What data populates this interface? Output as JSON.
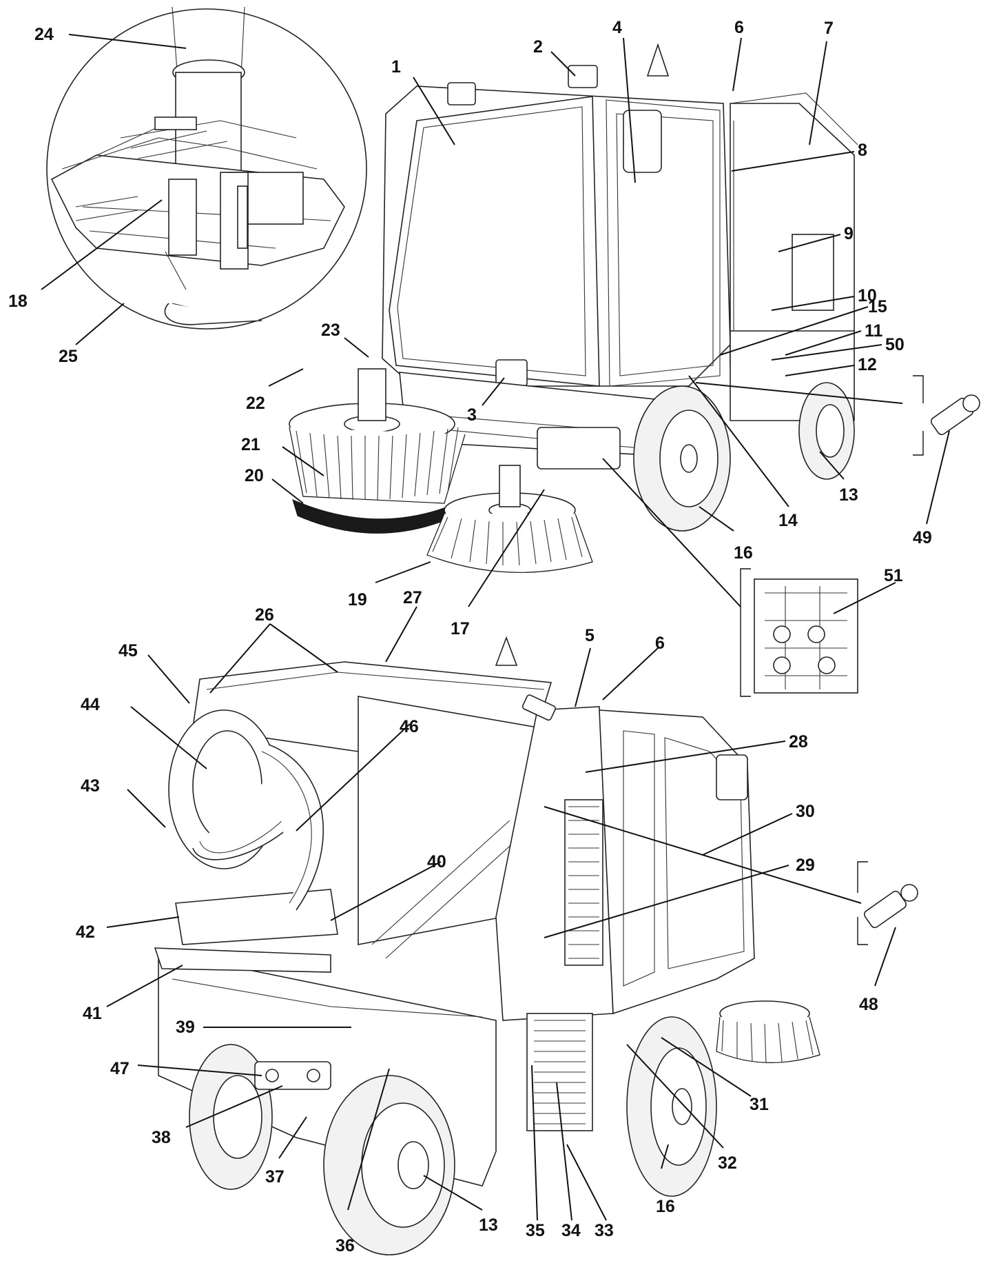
{
  "figure": {
    "part_labels": [
      {
        "id": "1",
        "text": "1"
      },
      {
        "id": "2",
        "text": "2"
      },
      {
        "id": "3",
        "text": "3"
      },
      {
        "id": "4",
        "text": "4"
      },
      {
        "id": "5",
        "text": "5"
      },
      {
        "id": "6a",
        "text": "6"
      },
      {
        "id": "6b",
        "text": "6"
      },
      {
        "id": "7",
        "text": "7"
      },
      {
        "id": "8",
        "text": "8"
      },
      {
        "id": "9",
        "text": "9"
      },
      {
        "id": "10",
        "text": "10"
      },
      {
        "id": "11",
        "text": "11"
      },
      {
        "id": "12",
        "text": "12"
      },
      {
        "id": "13a",
        "text": "13"
      },
      {
        "id": "13b",
        "text": "13"
      },
      {
        "id": "14",
        "text": "14"
      },
      {
        "id": "15",
        "text": "15"
      },
      {
        "id": "16a",
        "text": "16"
      },
      {
        "id": "16b",
        "text": "16"
      },
      {
        "id": "17",
        "text": "17"
      },
      {
        "id": "18",
        "text": "18"
      },
      {
        "id": "19",
        "text": "19"
      },
      {
        "id": "20",
        "text": "20"
      },
      {
        "id": "21",
        "text": "21"
      },
      {
        "id": "22",
        "text": "22"
      },
      {
        "id": "23",
        "text": "23"
      },
      {
        "id": "24",
        "text": "24"
      },
      {
        "id": "25",
        "text": "25"
      },
      {
        "id": "26",
        "text": "26"
      },
      {
        "id": "27",
        "text": "27"
      },
      {
        "id": "28",
        "text": "28"
      },
      {
        "id": "29",
        "text": "29"
      },
      {
        "id": "30",
        "text": "30"
      },
      {
        "id": "31",
        "text": "31"
      },
      {
        "id": "32",
        "text": "32"
      },
      {
        "id": "33",
        "text": "33"
      },
      {
        "id": "34",
        "text": "34"
      },
      {
        "id": "35",
        "text": "35"
      },
      {
        "id": "36",
        "text": "36"
      },
      {
        "id": "37",
        "text": "37"
      },
      {
        "id": "38",
        "text": "38"
      },
      {
        "id": "39",
        "text": "39"
      },
      {
        "id": "40",
        "text": "40"
      },
      {
        "id": "41",
        "text": "41"
      },
      {
        "id": "42",
        "text": "42"
      },
      {
        "id": "43",
        "text": "43"
      },
      {
        "id": "44",
        "text": "44"
      },
      {
        "id": "45",
        "text": "45"
      },
      {
        "id": "46",
        "text": "46"
      },
      {
        "id": "47",
        "text": "47"
      },
      {
        "id": "48",
        "text": "48"
      },
      {
        "id": "49",
        "text": "49"
      },
      {
        "id": "50",
        "text": "50"
      },
      {
        "id": "51",
        "text": "51"
      }
    ]
  }
}
